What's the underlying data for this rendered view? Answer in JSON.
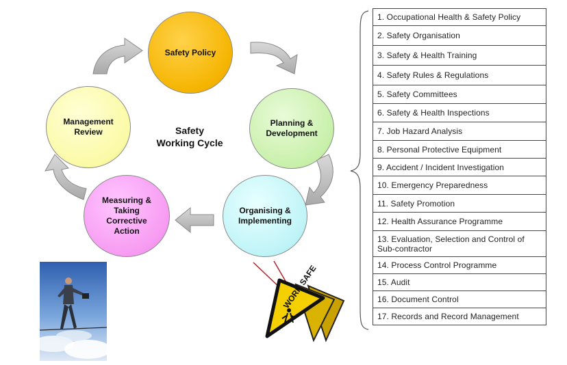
{
  "cycle": {
    "title": "Safety\nWorking Cycle",
    "nodes": {
      "policy": "Safety Policy",
      "planning": "Planning &\nDevelopment",
      "organising": "Organising &\nImplementing",
      "measuring": "Measuring &\nTaking\nCorrective\nAction",
      "review": "Management\nReview"
    }
  },
  "elements": [
    "1. Occupational Health & Safety Policy",
    "2. Safety Organisation",
    "3. Safety & Health Training",
    "4. Safety Rules & Regulations",
    "5. Safety Committees",
    "6. Safety & Health Inspections",
    "7. Job Hazard Analysis",
    "8. Personal Protective Equipment",
    "9. Accident / Incident Investigation",
    "10. Emergency Preparedness",
    "11. Safety Promotion",
    "12. Health Assurance Programme",
    "13. Evaluation, Selection and Control of Sub-contractor",
    "14. Process Control Programme",
    "15. Audit",
    "16. Document Control",
    "17. Records and Record Management"
  ],
  "sign": {
    "text": "WORK SAFE"
  },
  "colors": {
    "policy": "#f5b400",
    "planning": "#c8f0aa",
    "organising": "#bff4f7",
    "measuring": "#f79bf2",
    "review": "#fbfaa6",
    "arrow": "#bdbdbd",
    "sign_yellow": "#f4d000"
  }
}
